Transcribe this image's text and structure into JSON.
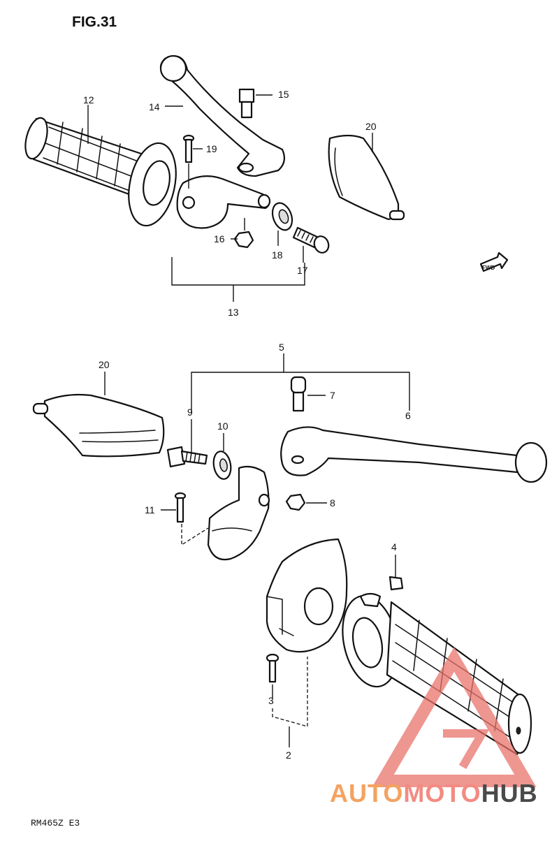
{
  "figure": {
    "title": "FIG.31"
  },
  "model_code": "RM465Z  E3",
  "direction_marker": "FWD",
  "watermark": {
    "part1": "AUTO",
    "part2": "MOTO",
    "part3": "HUB",
    "color_light": "#f4a261",
    "color_mid": "#f28b82",
    "color_dark": "#4a4a4a",
    "logo_color": "#e9736b"
  },
  "callouts": {
    "n2": "2",
    "n3": "3",
    "n4": "4",
    "n5": "5",
    "n6": "6",
    "n7": "7",
    "n8": "8",
    "n9": "9",
    "n10": "10",
    "n11": "11",
    "n12": "12",
    "n13": "13",
    "n14": "14",
    "n15": "15",
    "n16": "16",
    "n17": "17",
    "n18": "18",
    "n19": "19",
    "n20_top": "20",
    "n20_bottom": "20"
  }
}
